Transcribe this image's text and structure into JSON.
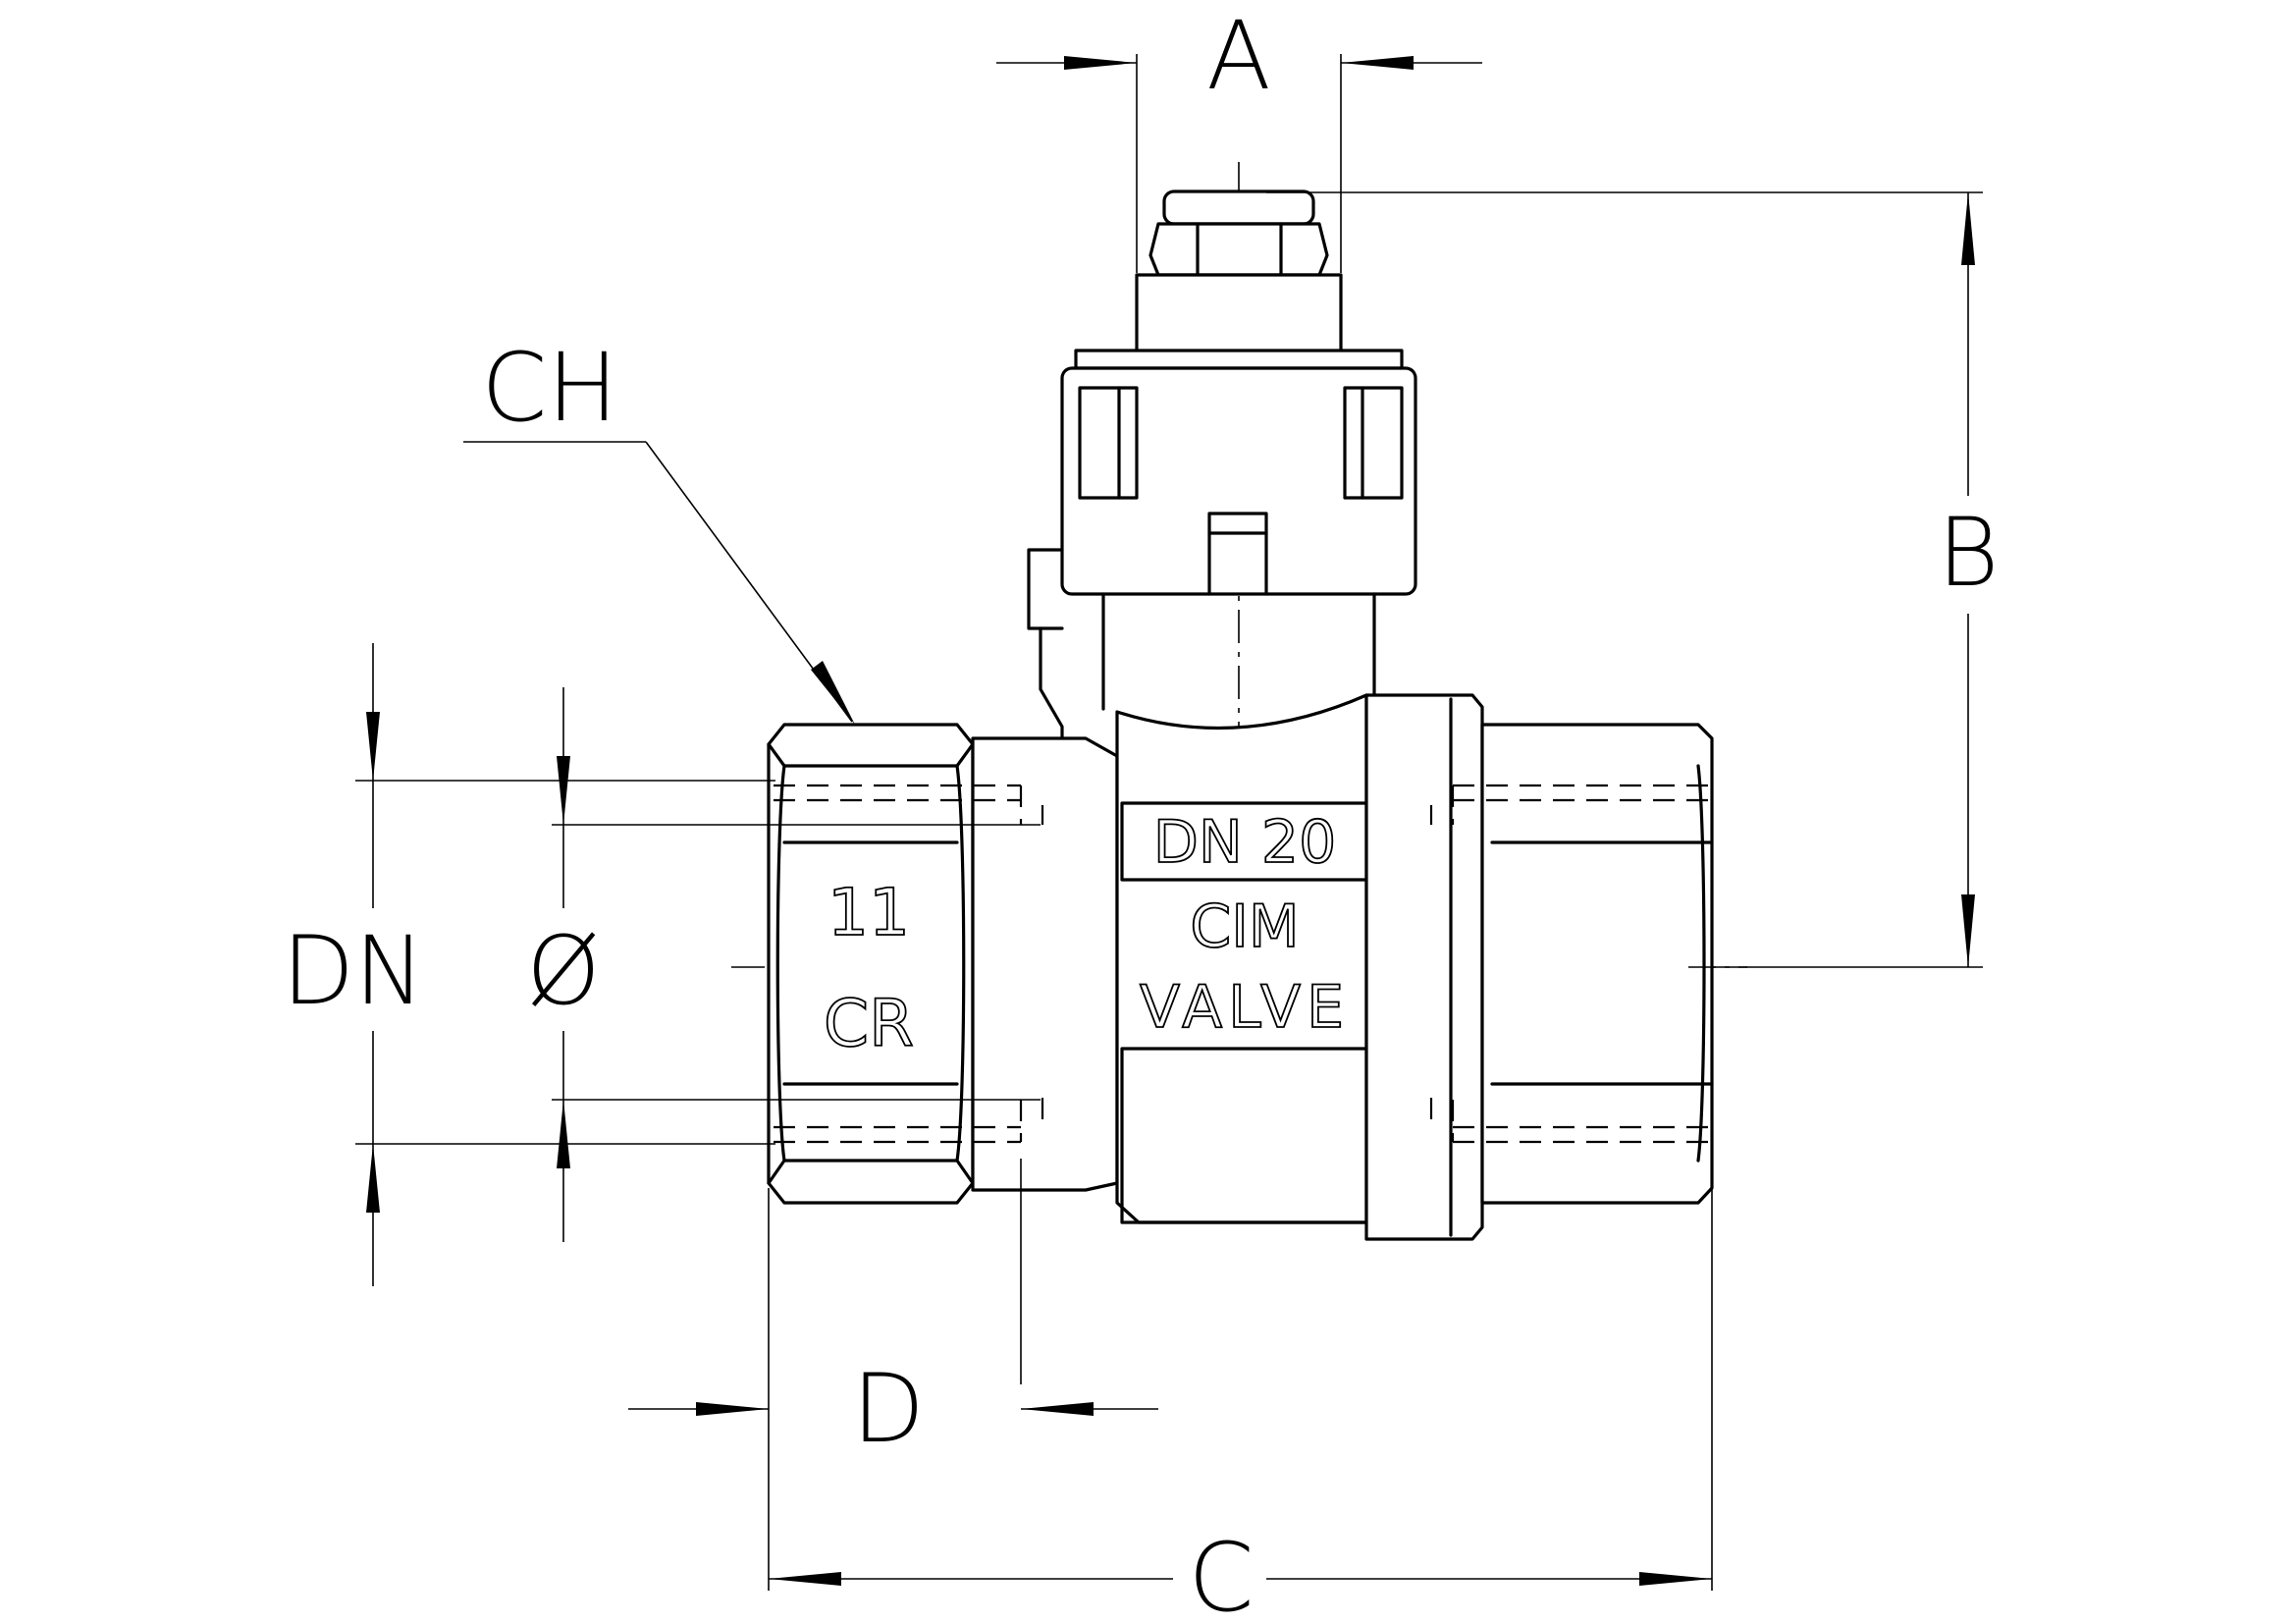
{
  "dimensions": {
    "A": "A",
    "B": "B",
    "C": "C",
    "D": "D",
    "CH": "CH",
    "DN": "DN",
    "diameter": "Ø"
  },
  "body_markings": {
    "size_label": "DN  20",
    "brand": "CIM",
    "brand_sub": "VALVE",
    "end_number": "11",
    "end_logo": "CR"
  },
  "colors": {
    "line": "#000000",
    "background": "#ffffff"
  }
}
